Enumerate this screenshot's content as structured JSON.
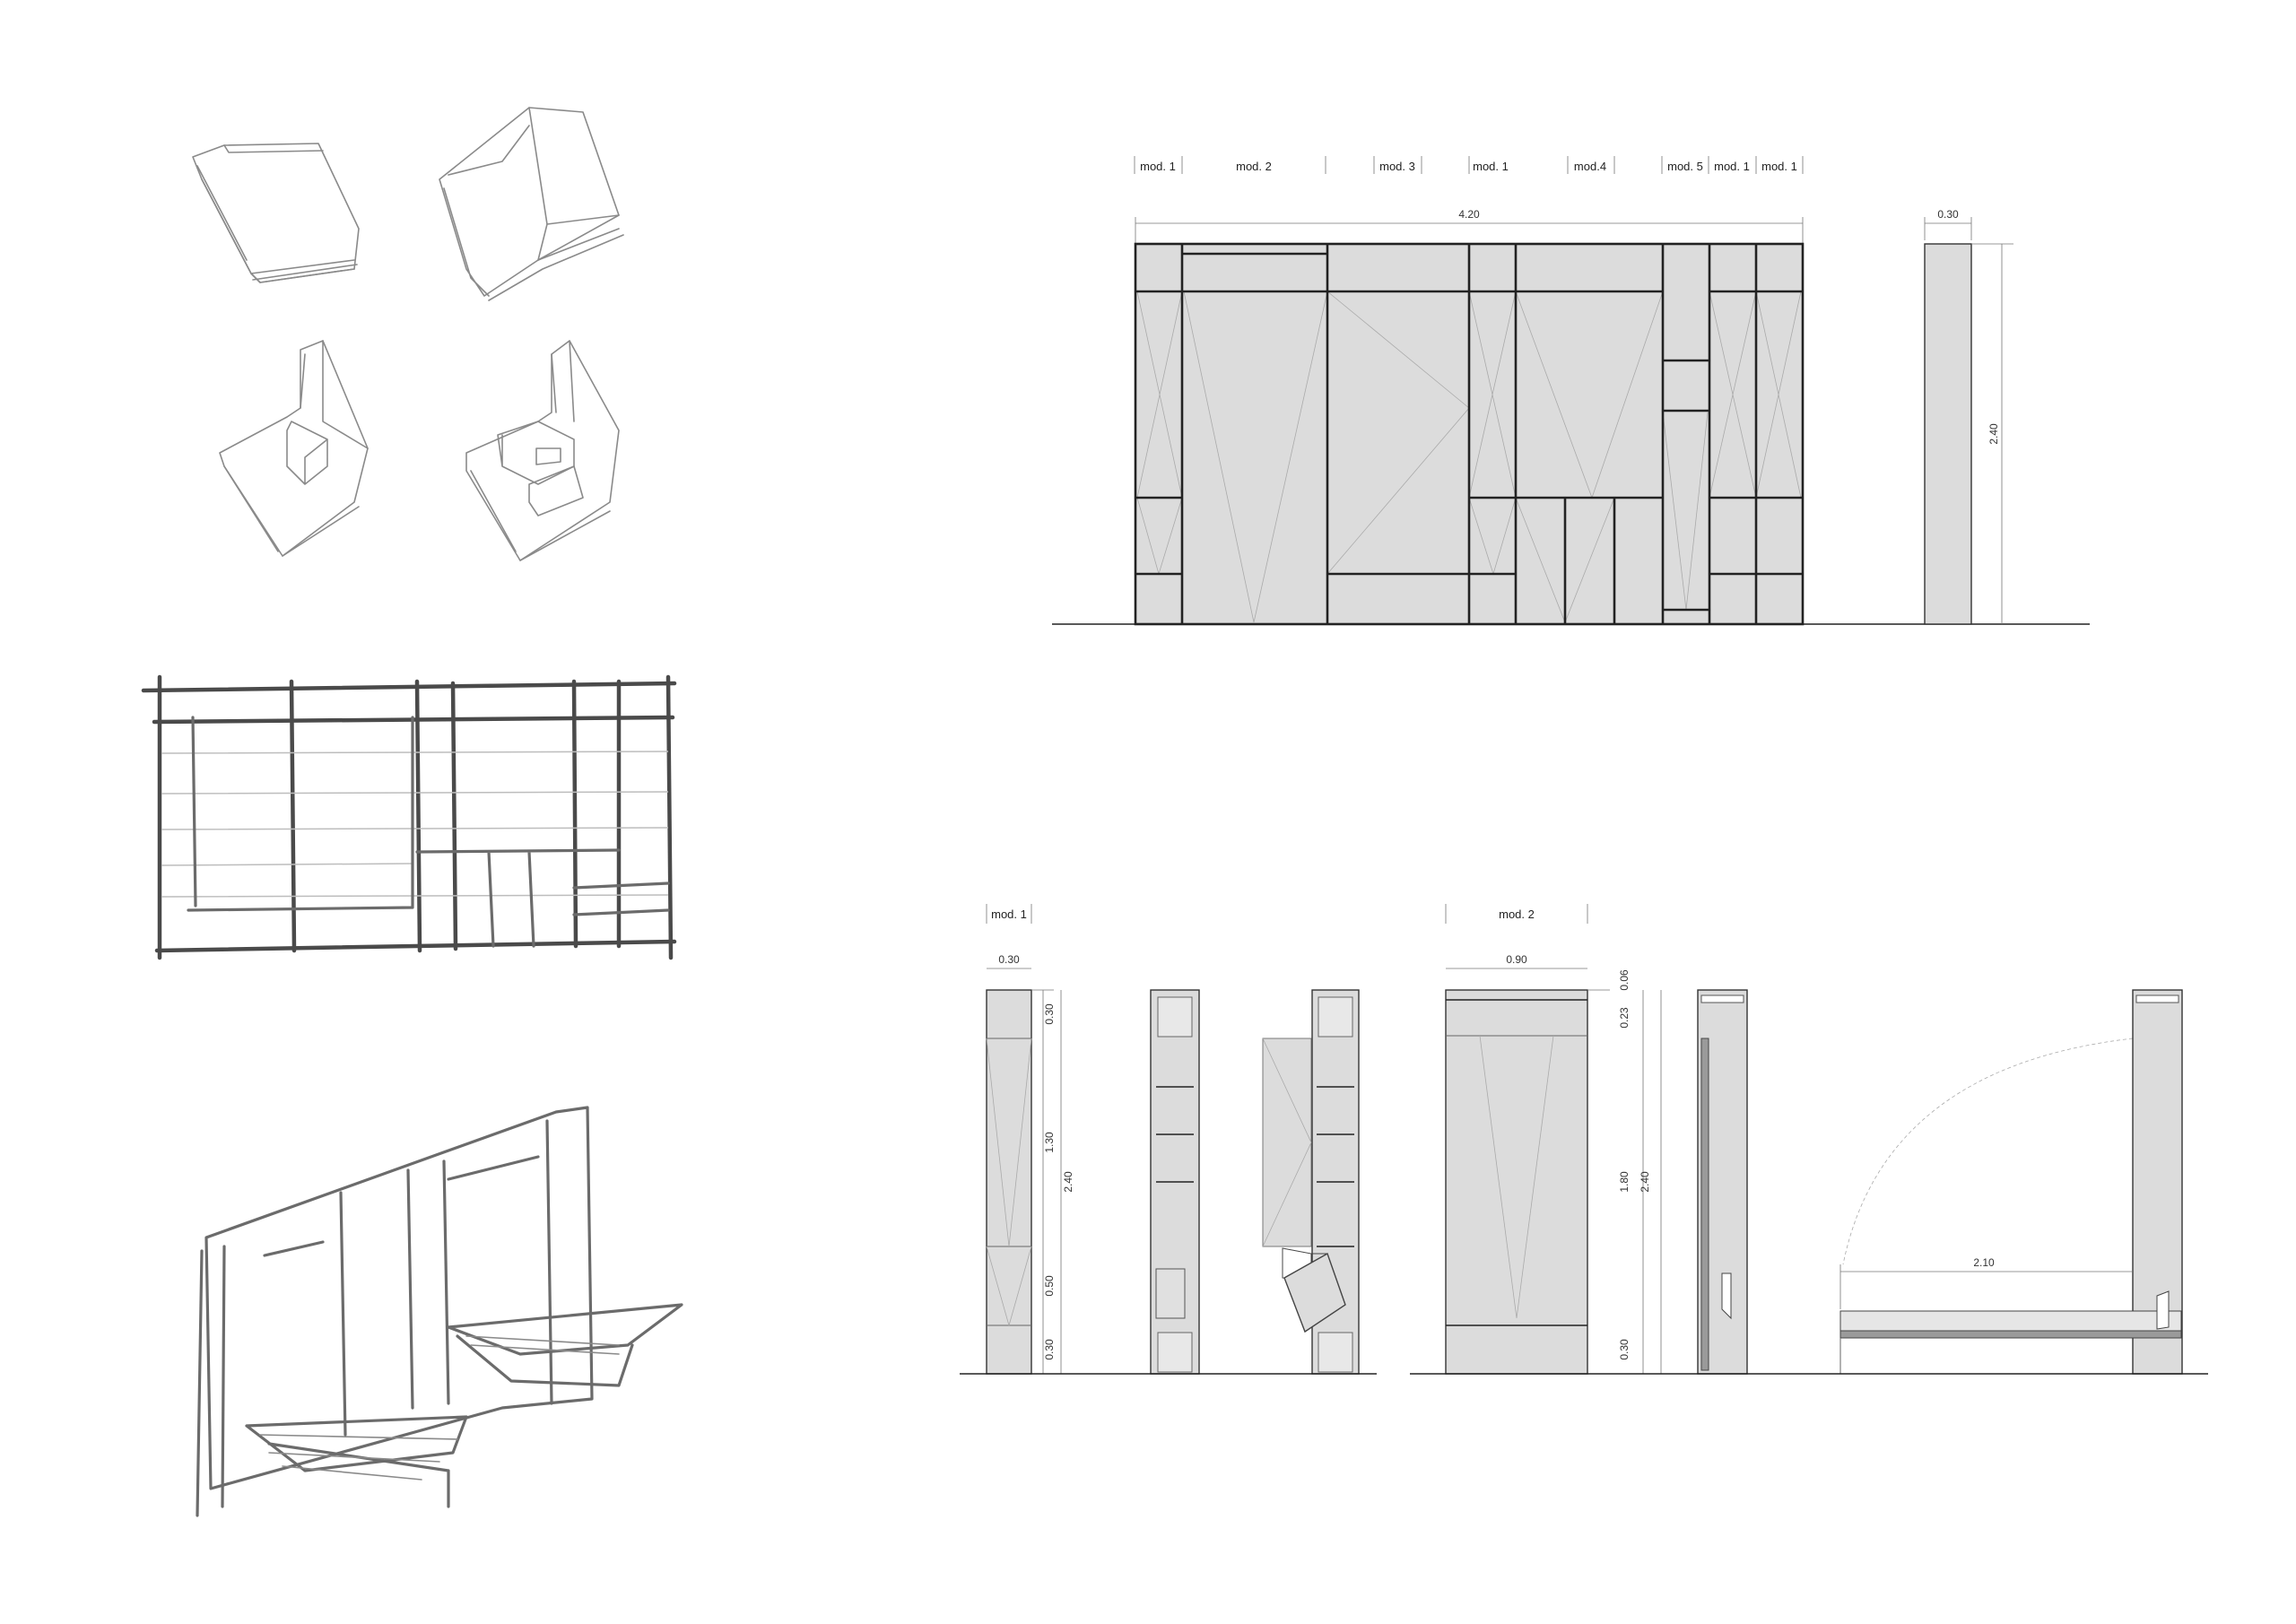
{
  "elevation": {
    "module_labels": [
      "mod. 1",
      "mod. 2",
      "mod. 3",
      "mod. 1",
      "mod.4",
      "mod. 5",
      "mod. 1",
      "mod. 1"
    ],
    "width_dim": "4.20",
    "depth_dim": "0.30",
    "height_dim": "2.40"
  },
  "detail_mod1": {
    "title": "mod. 1",
    "width_dim": "0.30",
    "segment_dims": [
      "0.30",
      "1.30",
      "0.50",
      "0.30"
    ],
    "total_dim": "2.40"
  },
  "detail_mod2": {
    "title": "mod. 2",
    "width_dim": "0.90",
    "segment_dims": [
      "0.06",
      "0.23",
      "1.80",
      "0.30"
    ],
    "total_dim": "2.40",
    "bed_dim": "2.10"
  },
  "colors": {
    "panel_fill": "#dcdcdc",
    "line_dark": "#222222",
    "sketch_grey": "#8a8a8a"
  }
}
